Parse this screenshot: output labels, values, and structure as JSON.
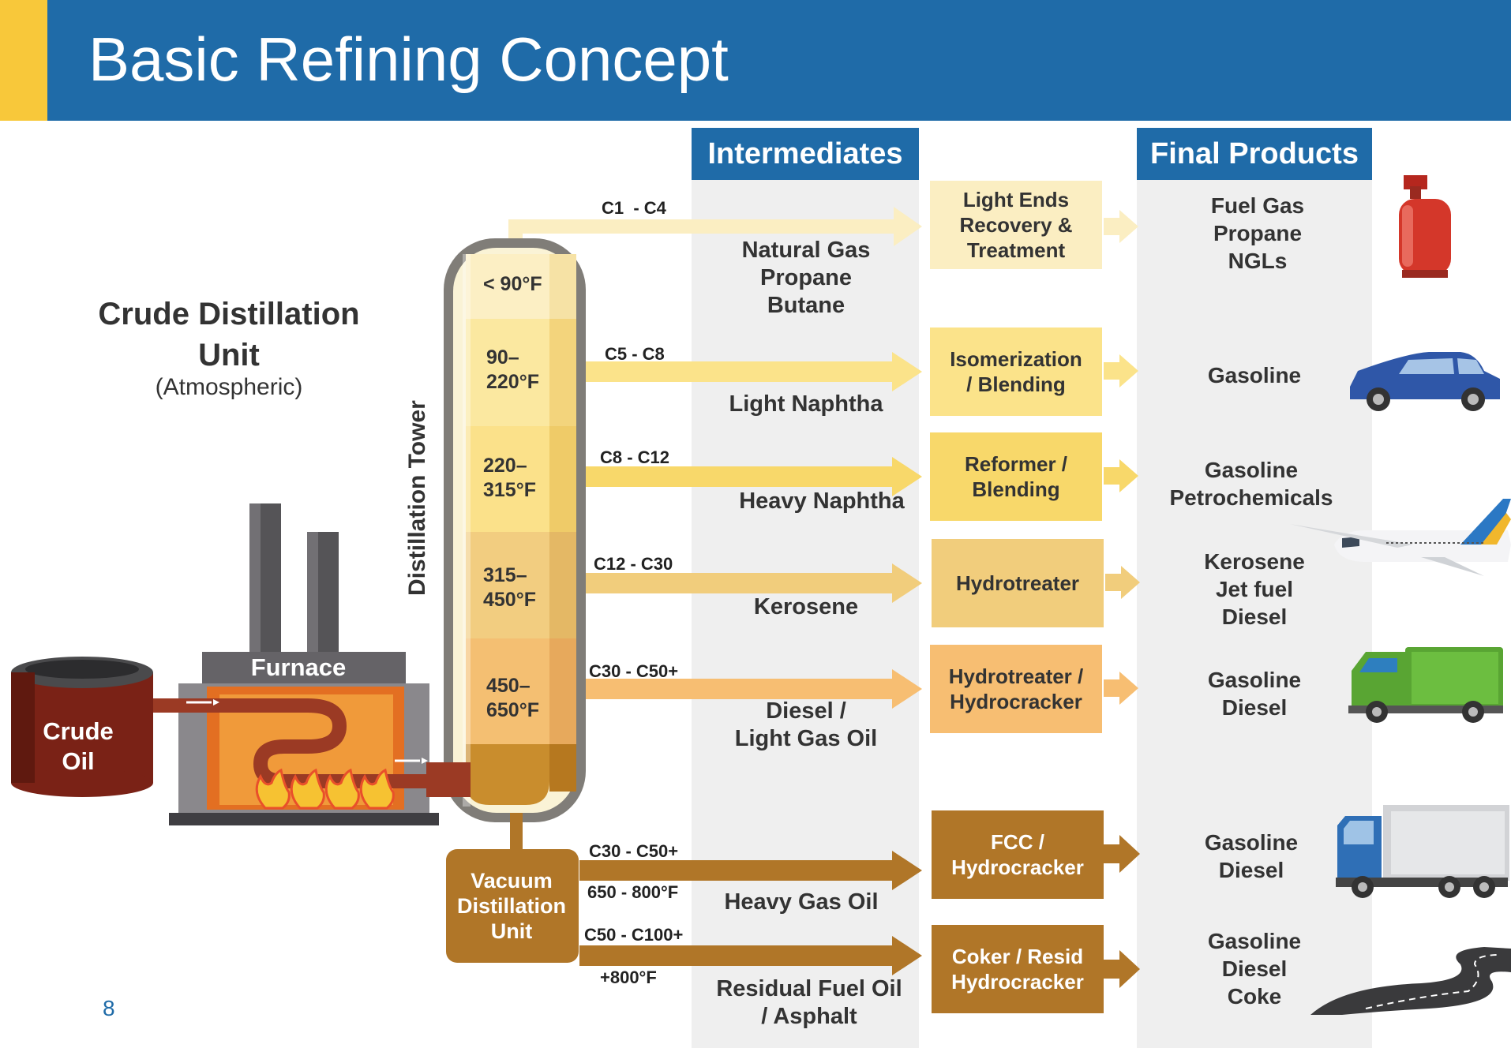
{
  "title": "Basic Refining Concept",
  "page_number": "8",
  "colors": {
    "header_blue": "#1f6ba8",
    "accent_yellow": "#f8c83a",
    "column_gray": "#efefef",
    "stream_1": "#fbeec2",
    "stream_2": "#fbe38a",
    "stream_3": "#f8d86a",
    "stream_4": "#f1cd7c",
    "stream_5": "#f7be72",
    "stream_vacuum": "#b07628"
  },
  "headers": {
    "intermediates": "Intermediates",
    "final_products": "Final Products"
  },
  "cdu": {
    "title_line1": "Crude Distillation",
    "title_line2": "Unit",
    "subtitle": "(Atmospheric)"
  },
  "tower_label": "Distillation Tower",
  "furnace_label": "Furnace",
  "crude_oil": {
    "line1": "Crude",
    "line2": "Oil"
  },
  "vdu": {
    "line1": "Vacuum",
    "line2": "Distillation",
    "line3": "Unit"
  },
  "tower_temps": [
    {
      "line1": "< 90°F",
      "line2": ""
    },
    {
      "line1": "90–",
      "line2": "220°F"
    },
    {
      "line1": "220–",
      "line2": "315°F"
    },
    {
      "line1": "315–",
      "line2": "450°F"
    },
    {
      "line1": "450–",
      "line2": "650°F"
    }
  ],
  "streams": [
    {
      "carbon": "C1  - C4",
      "intermediate": [
        "Natural Gas",
        "Propane",
        "Butane"
      ],
      "process": [
        "Light Ends",
        "Recovery &",
        "Treatment"
      ],
      "final": [
        "Fuel Gas",
        "Propane",
        "NGLs"
      ],
      "icon": "gas-cylinder-icon"
    },
    {
      "carbon": "C5 - C8",
      "intermediate": [
        "Light Naphtha"
      ],
      "process": [
        "Isomerization",
        "/ Blending"
      ],
      "final": [
        "Gasoline"
      ],
      "icon": "car-icon"
    },
    {
      "carbon": "C8 - C12",
      "intermediate": [
        "Heavy Naphtha"
      ],
      "process": [
        "Reformer /",
        "Blending"
      ],
      "final": [
        "Gasoline",
        "Petrochemicals"
      ],
      "icon": "airplane-icon"
    },
    {
      "carbon": "C12 - C30",
      "intermediate": [
        "Kerosene"
      ],
      "process": [
        "Hydrotreater"
      ],
      "final": [
        "Kerosene",
        "Jet fuel",
        "Diesel"
      ],
      "icon": "airplane-icon"
    },
    {
      "carbon": "C30 - C50+",
      "intermediate": [
        "Diesel /",
        "Light Gas Oil"
      ],
      "process": [
        "Hydrotreater /",
        "Hydrocracker"
      ],
      "final": [
        "Gasoline",
        "Diesel"
      ],
      "icon": "garbage-truck-icon"
    },
    {
      "carbon": "C30 - C50+",
      "temp": "650 - 800°F",
      "intermediate": [
        "Heavy Gas Oil"
      ],
      "process": [
        "FCC /",
        "Hydrocracker"
      ],
      "final": [
        "Gasoline",
        "Diesel"
      ],
      "icon": "box-truck-icon"
    },
    {
      "carbon": "C50 - C100+",
      "temp": "+800°F",
      "intermediate": [
        "Residual Fuel Oil",
        "/ Asphalt"
      ],
      "process": [
        "Coker / Resid",
        "Hydrocracker"
      ],
      "final": [
        "Gasoline",
        "Diesel",
        "Coke"
      ],
      "icon": "road-icon"
    }
  ]
}
